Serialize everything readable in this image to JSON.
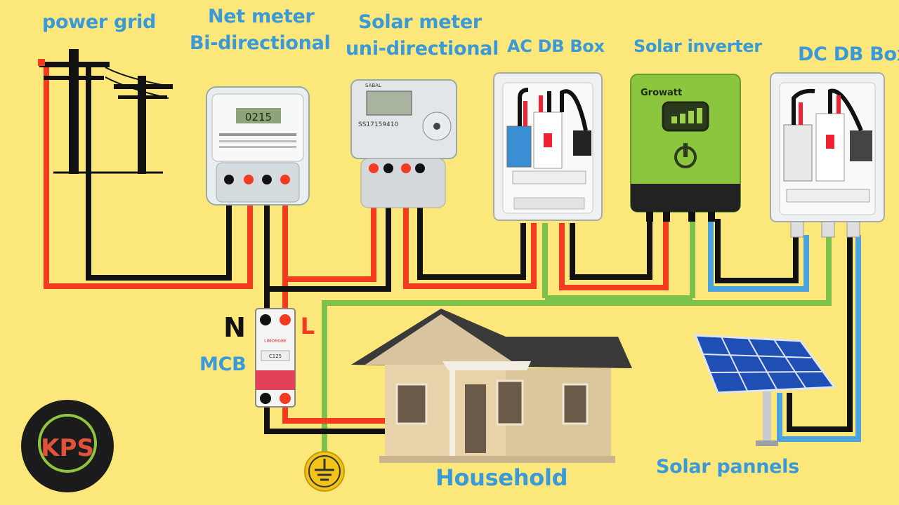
{
  "labels": {
    "power_grid": "power grid",
    "net_meter_line1": "Net meter",
    "net_meter_line2": "Bi-directional",
    "solar_meter_line1": "Solar meter",
    "solar_meter_line2": "uni-directional",
    "ac_db_box": "AC DB Box",
    "solar_inverter": "Solar inverter",
    "dc_db_box": "DC DB Box",
    "mcb": "MCB",
    "neutral": "N",
    "live": "L",
    "household": "Household",
    "solar_panels": "Solar pannels"
  },
  "devices": {
    "net_meter_display": "0215",
    "solar_meter_serial": "SS17159410",
    "solar_meter_brand": "SABAL",
    "inverter_brand": "Growatt",
    "mcb_brand": "LIMORGBE",
    "mcb_rating": "C125"
  },
  "logo": {
    "text": "KPS"
  },
  "colors": {
    "background": "#fbe77a",
    "label": "#3a9ad9",
    "live_wire": "#f23b1f",
    "neutral_wire": "#111111",
    "earth_wire": "#7cc24a",
    "dc_negative_wire": "#4aa3df",
    "inverter_body": "#8cc63f"
  }
}
